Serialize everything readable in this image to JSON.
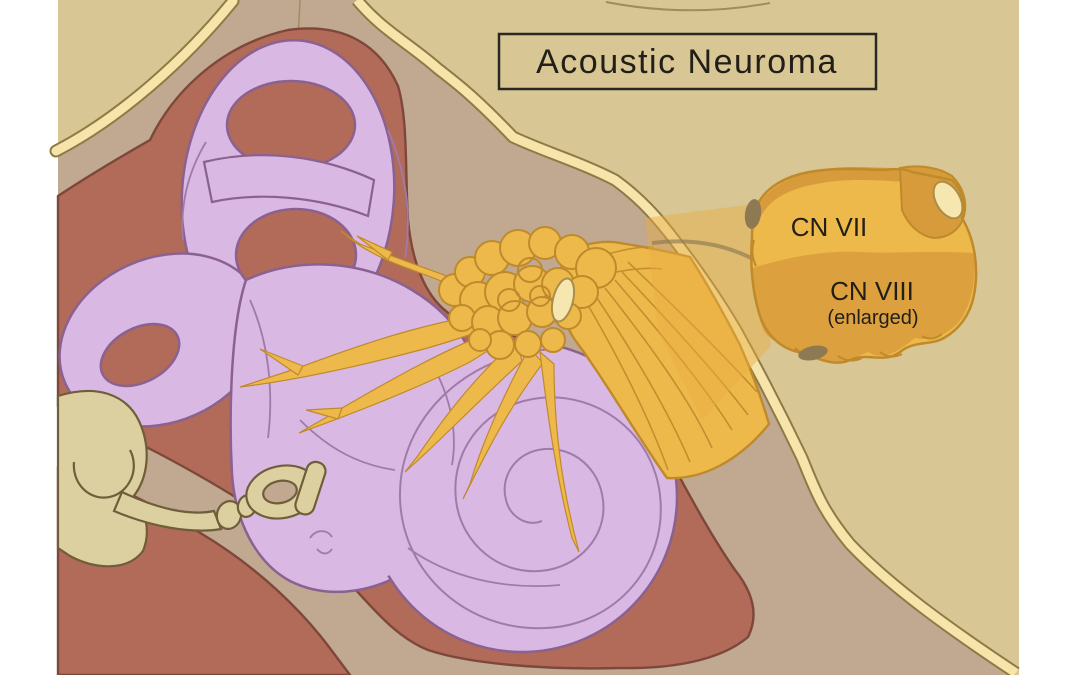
{
  "title_box": {
    "label": "Acoustic Neuroma"
  },
  "labels": {
    "cn7": "CN VII",
    "cn8": "CN VIII",
    "cn8_sub": "(enlarged)"
  },
  "palette": {
    "white": "#ffffff",
    "tan": "#d8c794",
    "taupe": "#c0a891",
    "band-fill": "#f6e4aa",
    "band-edge": "#8f7a45",
    "maroon": "#b26a59",
    "maroon-edge": "#7d4839",
    "lavender": "#d9b8e3",
    "lavender-edge": "#8a6191",
    "lavender-line": "#a07ba8",
    "orange": "#eeb94b",
    "orange-edge": "#bf8a2b",
    "orange-dark": "#dda03f",
    "orange-cap": "#d89b3b",
    "orange-wash": "#e8ae43",
    "bone-cream": "#ddd0a0",
    "bone-edge": "#6f5e39",
    "stub-cream": "#f6e6b0",
    "stub-edge": "#a98d48",
    "olive-shadow": "#8d7a52",
    "ink": "#221e18",
    "box-border": "#2a2823"
  }
}
